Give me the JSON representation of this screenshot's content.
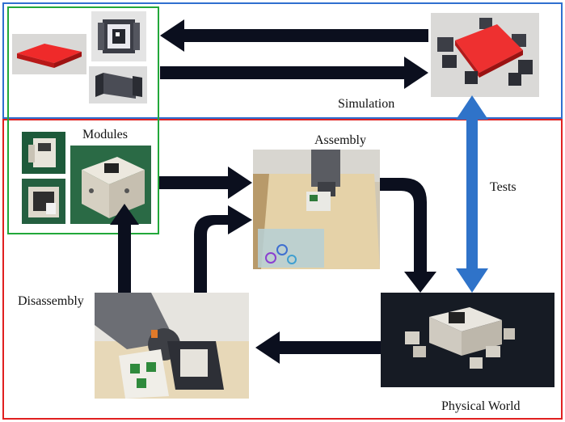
{
  "labels": {
    "simulation": "Simulation",
    "modules": "Modules",
    "assembly": "Assembly",
    "tests": "Tests",
    "disassembly": "Disassembly",
    "physical_world": "Physical World"
  },
  "colors": {
    "simulation_frame": "#2f6fcf",
    "physical_frame": "#e02020",
    "modules_frame": "#22a83a",
    "arrow": "#0b0f1e",
    "tests_arrow": "#2f73c9"
  }
}
